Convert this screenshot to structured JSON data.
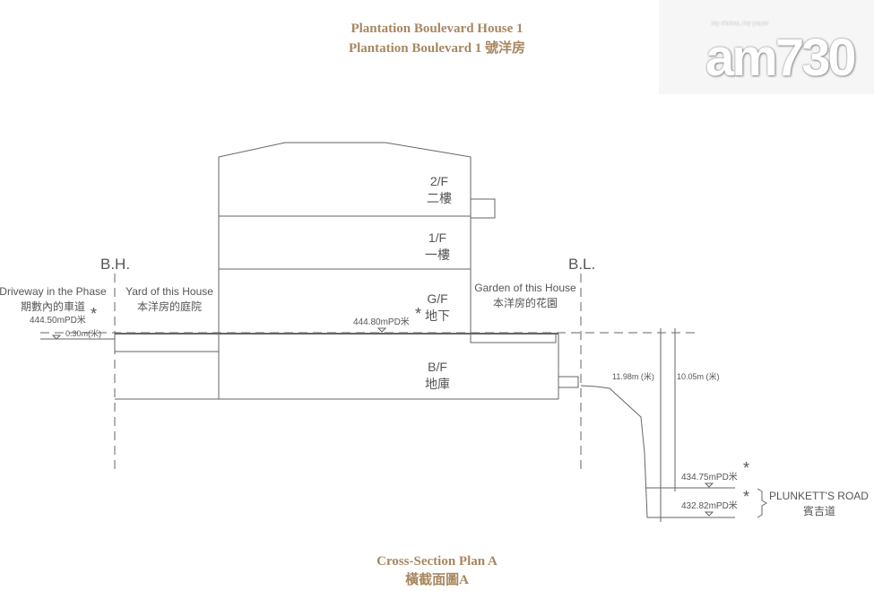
{
  "header": {
    "title_en": "Plantation Boulevard House 1",
    "title_zh": "Plantation Boulevard 1 號洋房"
  },
  "logo": {
    "tagline": "my choice, my paper",
    "mark": "am730"
  },
  "footer": {
    "caption_en": "Cross-Section Plan A",
    "caption_zh": "橫截面圖A"
  },
  "floors": [
    {
      "en": "2/F",
      "zh": "二樓"
    },
    {
      "en": "1/F",
      "zh": "一樓"
    },
    {
      "en": "G/F",
      "zh": "地下"
    },
    {
      "en": "B/F",
      "zh": "地庫"
    }
  ],
  "markers": {
    "bh": "B.H.",
    "bl": "B.L."
  },
  "areas": {
    "driveway_en": "Driveway in the Phase",
    "driveway_zh": "期數內的車道",
    "yard_en": "Yard of this House",
    "yard_zh": "本洋房的庭院",
    "garden_en": "Garden of this House",
    "garden_zh": "本洋房的花園",
    "road_en": "PLUNKETT'S ROAD",
    "road_zh": "賓吉道"
  },
  "levels": {
    "driveway": "444.50mPD米",
    "offset": "0.30m(米)",
    "ground": "444.80mPD米",
    "road_upper": "434.75mPD米",
    "road_lower": "432.82mPD米",
    "dim_total": "11.98m (米)",
    "dim_upper": "10.05m (米)",
    "asterisk": "*"
  }
}
